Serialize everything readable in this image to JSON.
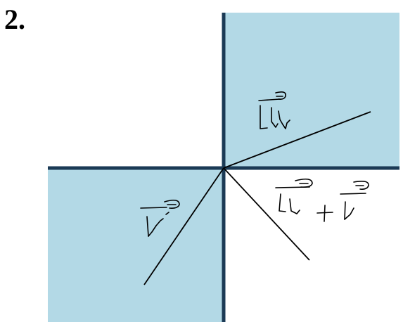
{
  "problem": {
    "number": "2."
  },
  "colors": {
    "shaded_region": "#b3d9e6",
    "axis": "#1b3a55",
    "vector": "#000000",
    "background": "#ffffff"
  },
  "vectors": {
    "u": {
      "label": "u⃗"
    },
    "v": {
      "label": "v⃗"
    },
    "sum": {
      "label": "u⃗ + v⃗"
    }
  }
}
